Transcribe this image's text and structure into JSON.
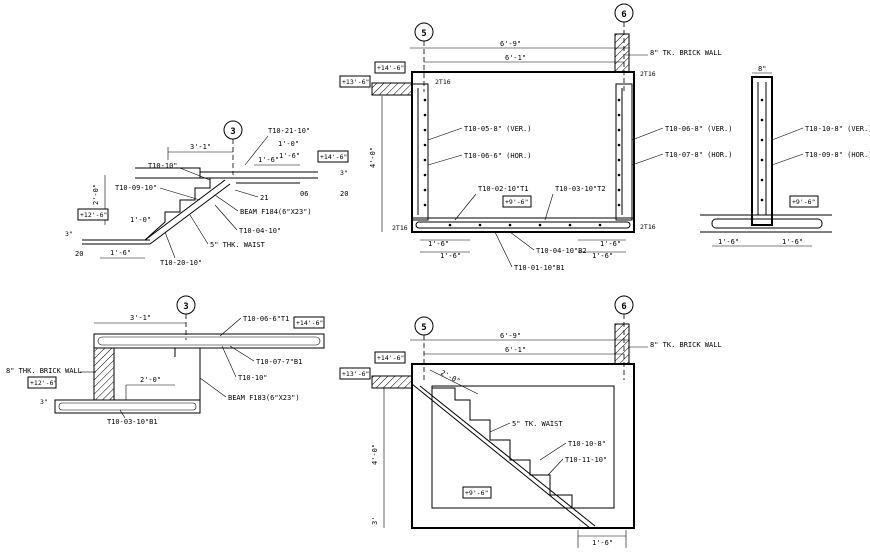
{
  "grid": {
    "g3": "3",
    "g5": "5",
    "g6": "6"
  },
  "detail_a": {
    "d1": "3'-1\"",
    "d2": "1'-6\"",
    "d3": "2'-0\"",
    "d4": "1'-6\"",
    "d5": "1'-0\"",
    "d6": "1'-6\"",
    "d7": "20",
    "d8": "20",
    "d9": "3\"",
    "d10": "1'-0\"",
    "r1": "T10-21-10\"",
    "r2": "T10-10\"",
    "r3": "T10-09-10\"",
    "r4": "06",
    "r5": "21",
    "beam": "BEAM F184(6\"X23\")",
    "waist": "5\" THK. WAIST",
    "r6": "T10-04-10\"",
    "r7": "T10-20-10\"",
    "lvl1": "+14'-6\"",
    "lvl2": "+12'-6\""
  },
  "detail_b": {
    "d1": "6'-9\"",
    "d2": "6'-1\"",
    "wall": "8\" TK. BRICK WALL",
    "lvl1": "+14'-6\"",
    "lvl2": "+13'-6\"",
    "t1": "2T16",
    "t2": "2T16",
    "t3": "2T16",
    "t4": "2T16",
    "r1": "T10-05-8\" (VER.)",
    "r2": "T10-06-6\" (HOR.)",
    "r3": "T10-06-8\" (VER.)",
    "r4": "T10-07-8\" (HOR.)",
    "r5": "T10-02-10\"T1",
    "r6": "T10-03-10\"T2",
    "lvl3": "+9'-6\"",
    "r7": "T10-04-10\"B2",
    "r8": "T10-01-10\"B1",
    "d3": "1'-6\"",
    "d4": "1'-6\"",
    "d5": "1'-6\"",
    "d6": "1'-6\"",
    "h1": "4'-0\""
  },
  "detail_c": {
    "d0": "8\"",
    "r1": "T10-10-8\" (VER.)",
    "r2": "T10-09-8\" (HOR.)",
    "lvl": "+9'-6\"",
    "d1": "1'-6\"",
    "d2": "1'-6\""
  },
  "detail_d": {
    "d1": "3'-1\"",
    "r1": "T10-06-6\"T1",
    "lvl1": "+14'-6\"",
    "wall": "8\" THK. BRICK WALL",
    "r2": "T10-07-7\"B1",
    "lvl2": "+12'-6\"",
    "d2": "2'-0\"",
    "r3": "T10-10\"",
    "beam": "BEAM F183(6\"X23\")",
    "r4": "T10-03-10\"B1"
  },
  "detail_e": {
    "d1": "6'-9\"",
    "d2": "6'-1\"",
    "wall": "8\" TK. BRICK WALL",
    "lvl1": "+14'-6\"",
    "lvl2": "+13'-6\"",
    "d3": "2'-0\"",
    "waist": "5\" TK. WAIST",
    "r1": "T10-10-8\"",
    "r2": "T10-11-10\"",
    "lvl3": "+9'-6\"",
    "h1": "4'-0\"",
    "h2": "3'",
    "d4": "1'-6\""
  }
}
